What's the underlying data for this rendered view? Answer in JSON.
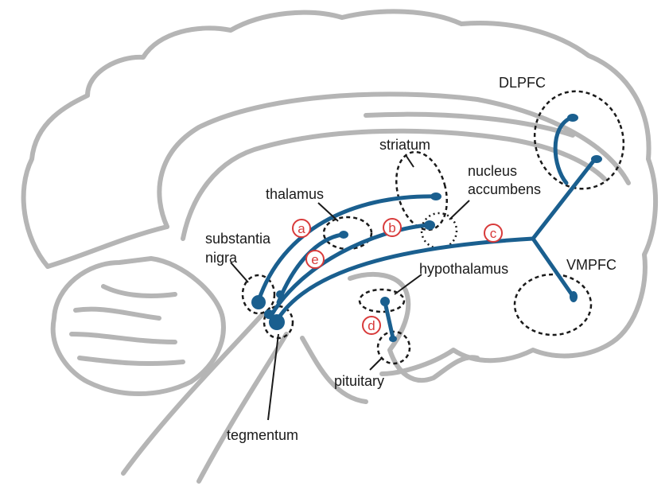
{
  "colors": {
    "pathway": "#1a5f8f",
    "brain_outline": "#b5b5b5",
    "region_outline": "#1a1a1a",
    "pathway_marker": "#d83a3a"
  },
  "labels": {
    "dlpfc": "DLPFC",
    "vmpfc": "VMPFC",
    "striatum": "striatum",
    "nucleus_accumbens_1": "nucleus",
    "nucleus_accumbens_2": "accumbens",
    "thalamus": "thalamus",
    "substantia_nigra_1": "substantia",
    "substantia_nigra_2": "nigra",
    "hypothalamus": "hypothalamus",
    "pituitary": "pituitary",
    "tegmentum": "tegmentum"
  },
  "pathway_markers": {
    "a": "a",
    "b": "b",
    "c": "c",
    "d": "d",
    "e": "e"
  }
}
